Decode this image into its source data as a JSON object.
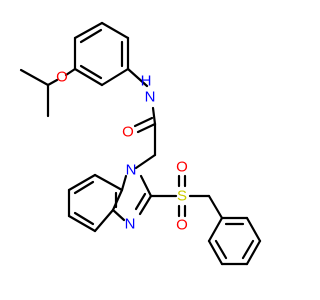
{
  "colors": {
    "background": "#ffffff",
    "bond": "#000000",
    "nitrogen": "#0000ff",
    "oxygen": "#ff0000",
    "sulfur": "#cccc00"
  },
  "atoms": {
    "nh": {
      "text": "H",
      "element": "nitrogen"
    },
    "n_amide": {
      "text": "N",
      "element": "nitrogen"
    },
    "o_ether": {
      "text": "O",
      "element": "oxygen"
    },
    "o_carbonyl": {
      "text": "O",
      "element": "oxygen"
    },
    "n_ring1": {
      "text": "N",
      "element": "nitrogen"
    },
    "n_ring2": {
      "text": "N",
      "element": "nitrogen"
    },
    "s": {
      "text": "S",
      "element": "sulfur"
    },
    "o_sulfonyl_top": {
      "text": "O",
      "element": "oxygen"
    },
    "o_sulfonyl_bottom": {
      "text": "O",
      "element": "oxygen"
    }
  }
}
